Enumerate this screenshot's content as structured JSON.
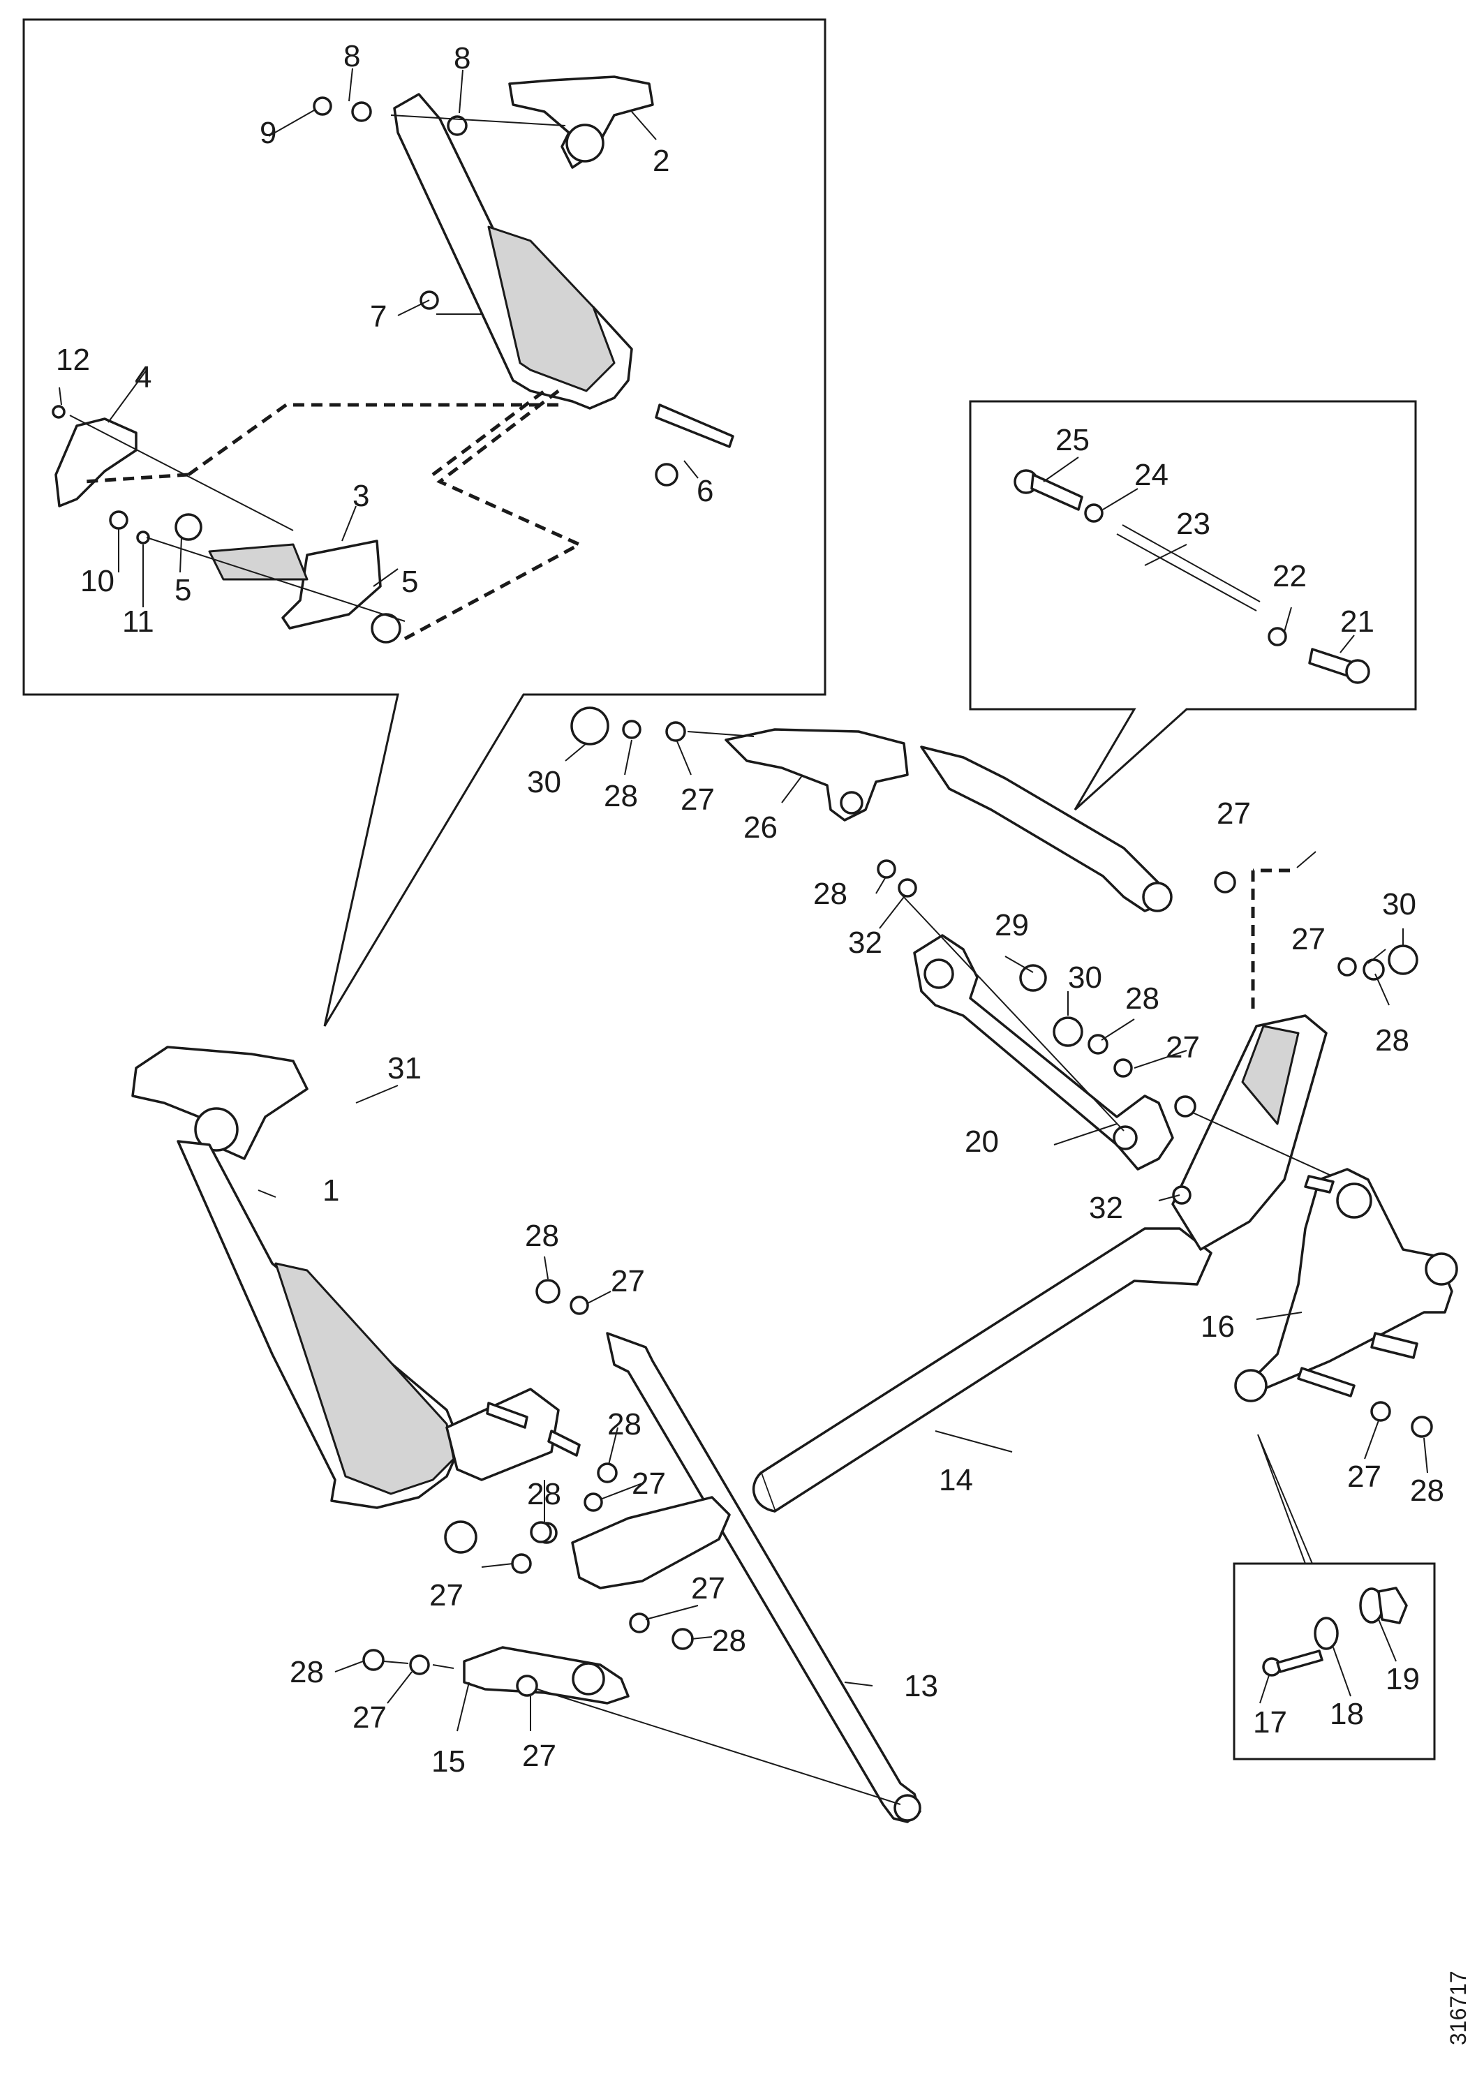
{
  "diagram": {
    "reference_number": "316717",
    "callouts": {
      "c1": "1",
      "c2": "2",
      "c3": "3",
      "c4": "4",
      "c5a": "5",
      "c5b": "5",
      "c6": "6",
      "c7": "7",
      "c8a": "8",
      "c8b": "8",
      "c9": "9",
      "c10": "10",
      "c11": "11",
      "c12": "12",
      "c13": "13",
      "c14": "14",
      "c15": "15",
      "c16": "16",
      "c17": "17",
      "c18": "18",
      "c19": "19",
      "c20": "20",
      "c21": "21",
      "c22": "22",
      "c23": "23",
      "c24": "24",
      "c25": "25",
      "c26": "26",
      "c27a": "27",
      "c27b": "27",
      "c27c": "27",
      "c27d": "27",
      "c27e": "27",
      "c27f": "27",
      "c27g": "27",
      "c27h": "27",
      "c27i": "27",
      "c27j": "27",
      "c27k": "27",
      "c28a": "28",
      "c28b": "28",
      "c28c": "28",
      "c28d": "28",
      "c28e": "28",
      "c28f": "28",
      "c28g": "28",
      "c28h": "28",
      "c28i": "28",
      "c28j": "28",
      "c29": "29",
      "c30a": "30",
      "c30b": "30",
      "c30c": "30",
      "c31": "31",
      "c32a": "32",
      "c32b": "32"
    }
  }
}
